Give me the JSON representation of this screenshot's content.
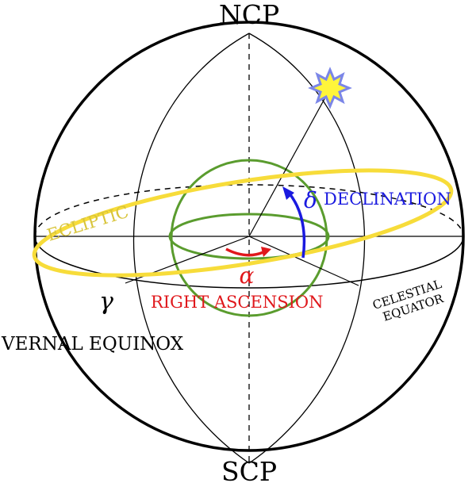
{
  "labels": {
    "north_pole": "NCP",
    "south_pole": "SCP",
    "ecliptic": "ECLIPTIC",
    "declination_symbol": "δ",
    "declination": "DECLINATION",
    "right_ascension_symbol": "α",
    "right_ascension": "RIGHT ASCENSION",
    "vernal_symbol": "γ",
    "vernal_equinox": "VERNAL EQUINOX",
    "celestial_equator_line1": "CELESTIAL",
    "celestial_equator_line2": "EQUATOR"
  },
  "colors": {
    "outline": "#000000",
    "ecliptic": "#f7dc3a",
    "ecliptic_text": "#d8c43a",
    "earth": "#5a9c2e",
    "declination": "#1a1adf",
    "right_ascension": "#e0181c",
    "star_fill": "#fff53a",
    "star_stroke": "#7b86e8"
  }
}
